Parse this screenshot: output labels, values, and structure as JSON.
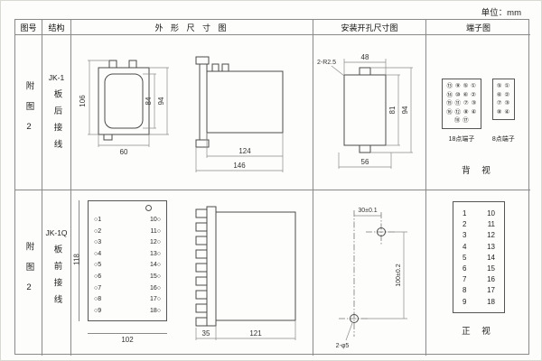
{
  "unit_label": "单位：mm",
  "header": {
    "fig_no": "图号",
    "structure": "结构",
    "outline": "外 形 尺 寸 图",
    "mounting": "安装开孔尺寸图",
    "terminal": "端子图"
  },
  "row1": {
    "fig_no": "附图2",
    "model": "JK-1",
    "wiring": "板后接线",
    "outline": {
      "d106": "106",
      "d84": "84",
      "d94": "94",
      "d60": "60",
      "d124": "124",
      "d146": "146"
    },
    "mounting": {
      "radius_label": "2-R2.5",
      "d48": "48",
      "d81": "81",
      "d94": "94",
      "d56": "56"
    },
    "terminal": {
      "block18": "⑬ ⑨ ⑤ ①\n⑭ ⑩ ⑥ ②\n⑮ ⑪ ⑦ ③\n⑯ ⑫ ⑧ ④\n⑱ ⑰",
      "block8": "⑤ ①\n⑥ ②\n⑦ ③\n⑧ ④",
      "label18": "18点端子",
      "label8": "8点端子",
      "view": "背 视"
    }
  },
  "row2": {
    "fig_no": "附图2",
    "model": "JK-1Q",
    "wiring": "板前接线",
    "outline": {
      "d118": "118",
      "d102": "102",
      "d35": "35",
      "d121": "121",
      "left_terminals": "○1\n○2\n○3\n○4\n○5\n○6\n○7\n○8\n○9",
      "right_terminals": "10○\n11○\n12○\n13○\n14○\n15○\n16○\n17○\n18○"
    },
    "mounting": {
      "d30": "30±0.1",
      "d100": "100±0.2",
      "hole_label": "2-φ5"
    },
    "terminal": {
      "left_col": "1\n2\n3\n4\n5\n6\n7\n8\n9",
      "right_col": "10\n11\n12\n13\n14\n15\n16\n17\n18",
      "view": "正 视"
    }
  }
}
